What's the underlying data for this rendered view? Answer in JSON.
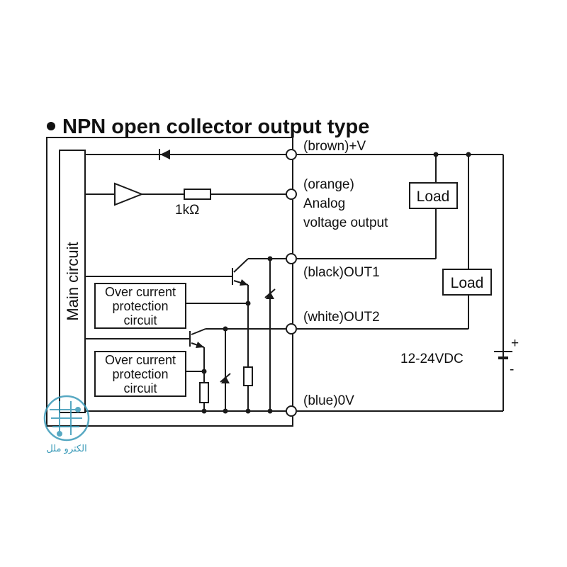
{
  "title": "NPN open collector output type",
  "blocks": {
    "main_circuit": "Main circuit",
    "ocp_top": [
      "Over current",
      "protection",
      "circuit"
    ],
    "ocp_bottom": [
      "Over current",
      "protection",
      "circuit"
    ],
    "resistor_value": "1kΩ"
  },
  "terminals": {
    "brown": "(brown)+V",
    "orange": [
      "(orange)",
      "Analog",
      "voltage output"
    ],
    "black": "(black)OUT1",
    "white": "(white)OUT2",
    "blue": "(blue)0V"
  },
  "loads": [
    "Load",
    "Load"
  ],
  "supply": {
    "voltage": "12-24VDC",
    "plus": "+",
    "minus": "-"
  },
  "watermark": {
    "text": "الکترو ملل",
    "color": "#3a9ab8"
  },
  "colors": {
    "line": "#1a1a1a",
    "watermark": "#3a9ab8"
  }
}
